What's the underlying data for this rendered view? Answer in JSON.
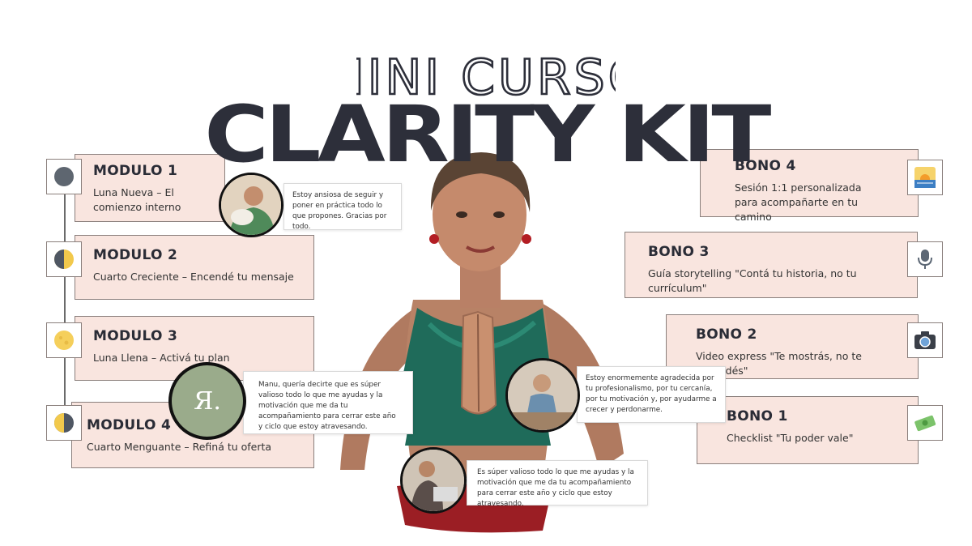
{
  "header": {
    "script_title": "MINI CURSO",
    "title": "CLARITY KIT"
  },
  "modules": [
    {
      "title": "MODULO 1",
      "subtitle": "Luna Nueva – El comienzo interno",
      "icon": "new-moon-icon"
    },
    {
      "title": "MODULO 2",
      "subtitle": "Cuarto Creciente – Encendé tu mensaje",
      "icon": "first-quarter-moon-icon"
    },
    {
      "title": "MODULO 3",
      "subtitle": "Luna Llena – Activá tu plan",
      "icon": "full-moon-icon"
    },
    {
      "title": "MODULO 4",
      "subtitle": "Cuarto Menguante – Refiná tu oferta",
      "icon": "last-quarter-moon-icon"
    }
  ],
  "bonos": [
    {
      "title": "BONO 4",
      "subtitle": "Sesión 1:1 personalizada para acompañarte en tu camino",
      "icon": "sunrise-icon"
    },
    {
      "title": "BONO 3",
      "subtitle": "Guía storytelling \"Contá tu historia, no tu currículum\"",
      "icon": "microphone-icon"
    },
    {
      "title": "BONO 2",
      "subtitle": "Video express \"Te mostrás, no te escondés\"",
      "icon": "camera-icon"
    },
    {
      "title": "BONO 1",
      "subtitle": "Checklist \"Tu poder vale\"",
      "icon": "money-icon"
    }
  ],
  "testimonials": [
    {
      "text": "Estoy ansiosa de seguir y poner en práctica todo lo que propones. Gracias por todo."
    },
    {
      "avatar_letter": "Я.",
      "text": "Manu, quería decirte que es súper valioso todo lo que me ayudas y la motivación que me da tu acompañamiento para cerrar este año y ciclo que estoy atravesando."
    },
    {
      "text": "Estoy enormemente agradecida por tu profesionalismo, por tu cercanía, por tu motivación y, por ayudarme a crecer y perdonarme."
    },
    {
      "text": "Es súper valioso todo lo que me ayudas y la motivación que me da tu acompañamiento para cerrar este año y ciclo que estoy atravesando."
    }
  ],
  "colors": {
    "card_bg": "#f9e5df",
    "title_dark": "#2d2f3a",
    "avatar_green": "#9aab8b",
    "dress_green": "#1f6b5a"
  }
}
